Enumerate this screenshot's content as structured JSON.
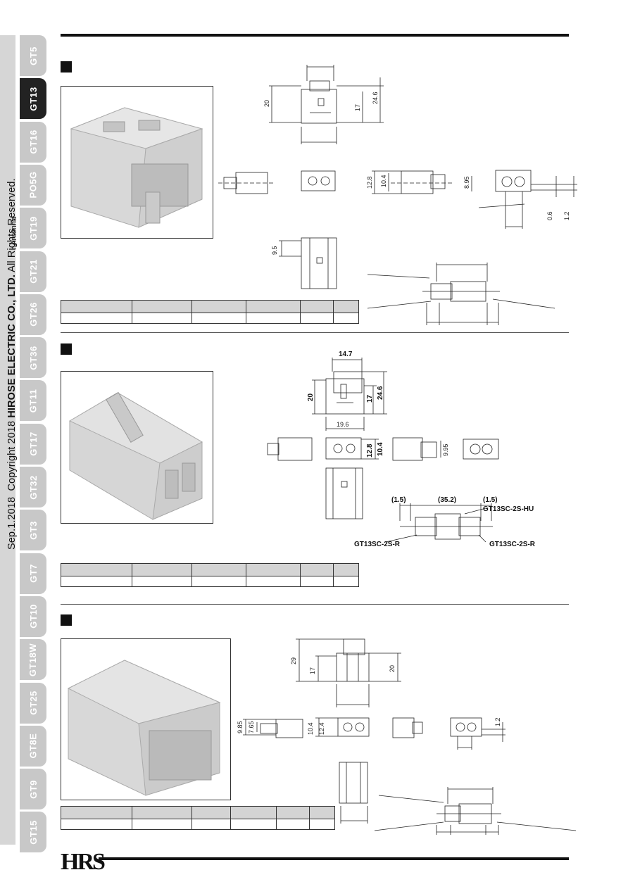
{
  "sidebar": {
    "tabs": [
      {
        "label": "GT5",
        "active": false
      },
      {
        "label": "GT13",
        "active": true
      },
      {
        "label": "GT16",
        "active": false
      },
      {
        "label": "PO5G",
        "active": false
      },
      {
        "label": "GT19",
        "active": false
      },
      {
        "label": "GT21",
        "active": false
      },
      {
        "label": "GT26",
        "active": false
      },
      {
        "label": "GT36",
        "active": false
      },
      {
        "label": "GT11",
        "active": false
      },
      {
        "label": "GT17",
        "active": false
      },
      {
        "label": "GT32",
        "active": false
      },
      {
        "label": "GT3",
        "active": false
      },
      {
        "label": "GT7",
        "active": false
      },
      {
        "label": "GT10",
        "active": false
      },
      {
        "label": "GT18W",
        "active": false
      },
      {
        "label": "GT25",
        "active": false
      },
      {
        "label": "GT8E",
        "active": false
      },
      {
        "label": "GT9",
        "active": false
      },
      {
        "label": "GT15",
        "active": false
      }
    ],
    "copyright_date": "Sep.1.2018",
    "copyright_prefix": "Copyright 2018",
    "copyright_company": "HIROSE ELECTRIC CO., LTD.",
    "copyright_suffix": "All Rights Reserved.",
    "overlay_text": "r Antenna"
  },
  "section1": {
    "dims": {
      "d1": "20",
      "d2": "17",
      "d3": "24.6",
      "d4": "12.8",
      "d5": "10.4",
      "d6": "8.95",
      "d7": "0.6",
      "d8": "1.2",
      "d9": "9.5"
    }
  },
  "section2": {
    "dims": {
      "w_top": "14.7",
      "h_left": "20",
      "h_mid": "17",
      "h_right": "24.6",
      "w_bottom": "19.6",
      "d4": "12.8",
      "d5": "10.4",
      "d6": "9.95",
      "gap_left": "(1.5)",
      "span": "(35.2)",
      "gap_right": "(1.5)"
    },
    "labels": {
      "top_right": "GT13SC-2S-HU",
      "bottom_left": "GT13SC-2S-R",
      "bottom_right": "GT13SC-2S-R"
    }
  },
  "section3": {
    "dims": {
      "d1": "29",
      "d2": "17",
      "d3": "20",
      "d4": "9.85",
      "d5": "7.65",
      "d6": "10.4",
      "d7": "12.4",
      "d8": "1.2"
    }
  },
  "logo": {
    "text": "HRS"
  },
  "colors": {
    "tab_inactive": "#c8c8c8",
    "tab_active": "#222222",
    "table_header": "#d4d4d4",
    "photo_part": "#d9d9d9"
  }
}
